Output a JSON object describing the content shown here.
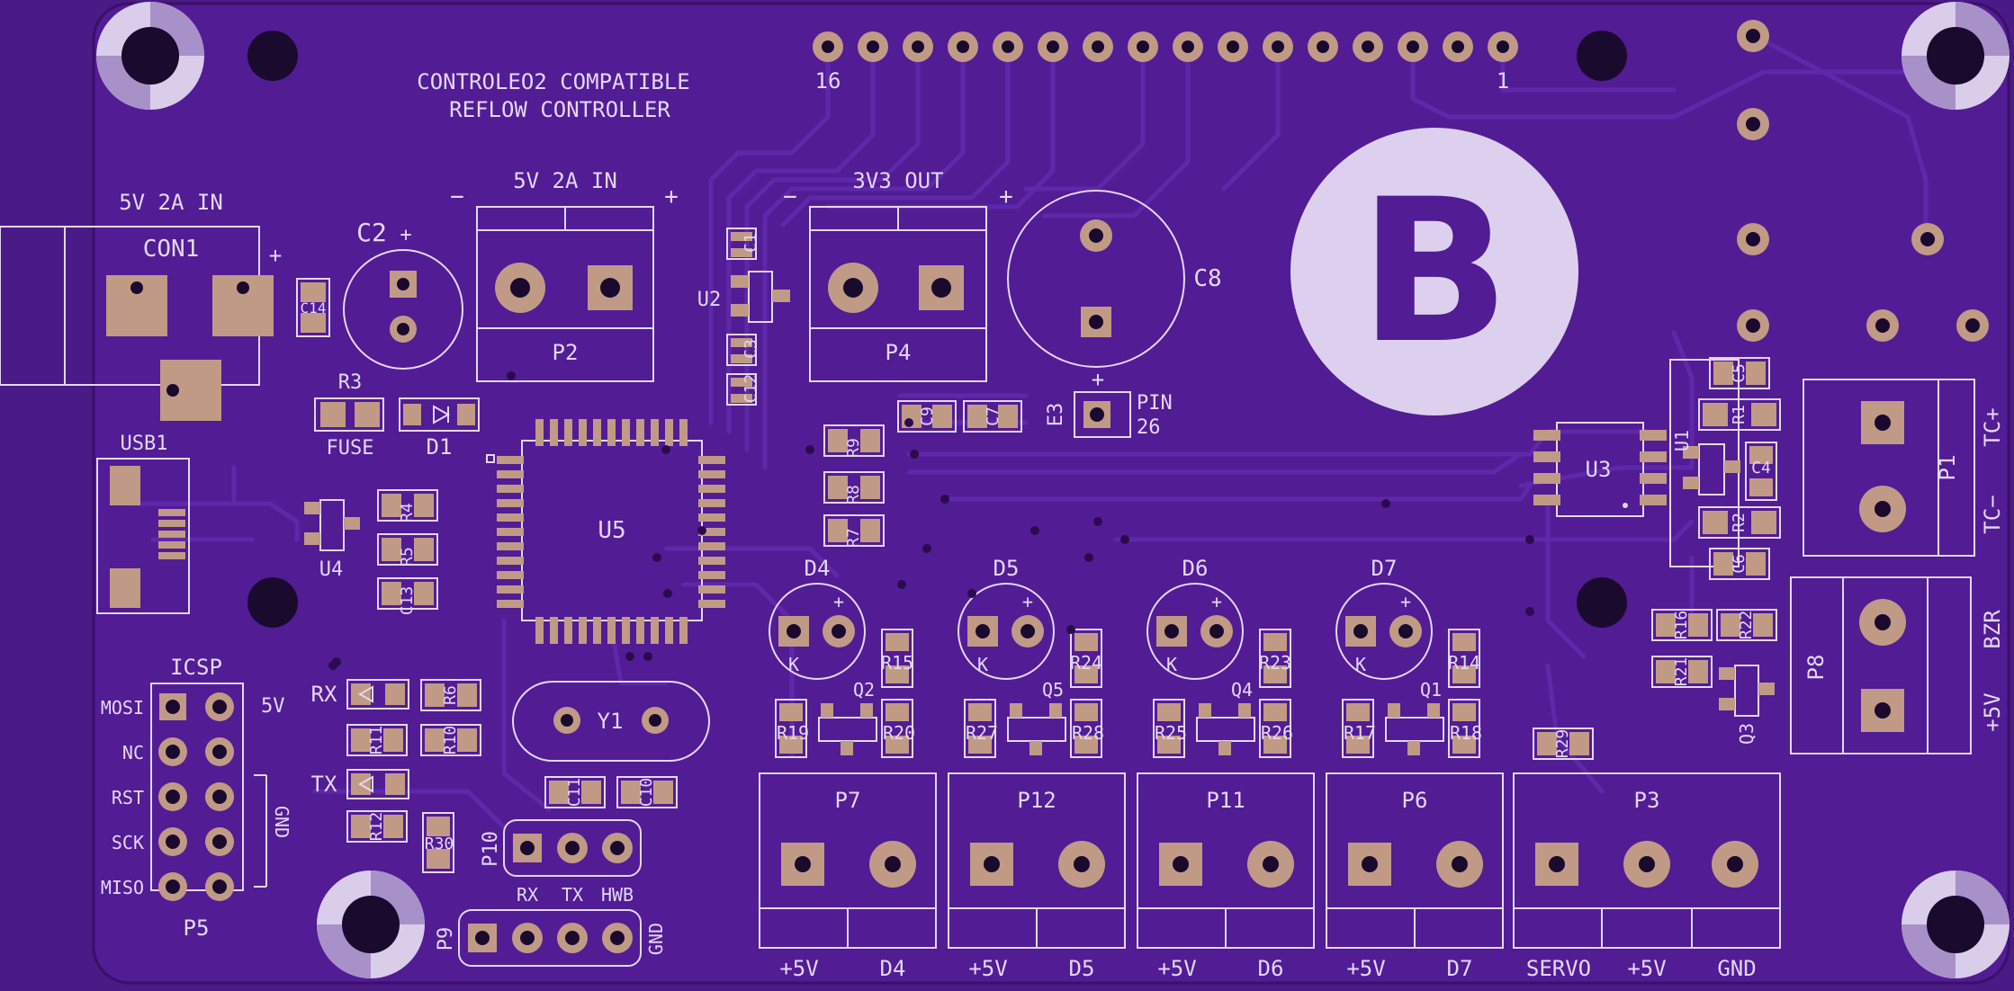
{
  "board": {
    "title_line1": "CONTROLEO2 COMPATIBLE",
    "title_line2": "REFLOW CONTROLLER",
    "logo_letter": "B",
    "colors": {
      "background": "#4a1a86",
      "board": "#521c95",
      "trace": "#5f28aa",
      "silk": "#e3d7f2",
      "pad": "#c19a86"
    }
  },
  "header": {
    "pin_first": "16",
    "pin_last": "1"
  },
  "power_in": {
    "label": "5V 2A IN",
    "con_ref": "CON1",
    "plus": "+"
  },
  "p2": {
    "title": "5V 2A IN",
    "ref": "P2",
    "minus": "−",
    "plus": "+"
  },
  "p4": {
    "title": "3V3 OUT",
    "ref": "P4",
    "minus": "−",
    "plus": "+"
  },
  "parts": {
    "c2": "C2",
    "c2_plus": "+",
    "c14": "C14",
    "r3": "R3",
    "fuse": "FUSE",
    "d1": "D1",
    "usb1": "USB1",
    "u4": "U4",
    "r4": "R4",
    "r5": "R5",
    "c13": "C13",
    "u5": "U5",
    "u2": "U2",
    "c1": "C1",
    "c3": "C3",
    "c12": "C12",
    "c8": "C8",
    "c8_plus": "+",
    "e3": "E3",
    "pin": "PIN",
    "pin_num": "26",
    "c9": "C9",
    "c7": "C7",
    "r9": "R9",
    "r8": "R8",
    "r7": "R7",
    "u3": "U3",
    "u1": "U1",
    "c5": "C5",
    "r1": "R1",
    "c4": "C4",
    "r2": "R2",
    "c6": "C6",
    "p1": "P1",
    "tc_plus": "TC+",
    "tc_minus": "TC−",
    "r16": "R16",
    "r22": "R22",
    "r21": "R21",
    "q3": "Q3",
    "p8": "P8",
    "bzr": "BZR",
    "plus5v_side": "+5V",
    "rx": "RX",
    "tx": "TX",
    "r6": "R6",
    "r11": "R11",
    "r10": "R10",
    "r12": "R12",
    "r30": "R30",
    "y1": "Y1",
    "c11": "C11",
    "c10": "C10",
    "p10": "P10",
    "p9": "P9",
    "p10_rx": "RX",
    "p10_tx": "TX",
    "p10_hwb": "HWB",
    "p9_gnd": "GND",
    "r29": "R29"
  },
  "icsp": {
    "title": "ICSP",
    "ref": "P5",
    "gnd": "GND",
    "v5": "5V",
    "labels": [
      "MOSI",
      "NC",
      "RST",
      "SCK",
      "MISO"
    ]
  },
  "drivers": [
    {
      "diode": "D4",
      "transistor": "Q2",
      "r_top": "R15",
      "r_left": "R19",
      "r_right": "R20",
      "connector": "P7",
      "pin_a": "+5V",
      "pin_b": "D4"
    },
    {
      "diode": "D5",
      "transistor": "Q5",
      "r_top": "R24",
      "r_left": "R27",
      "r_right": "R28",
      "connector": "P12",
      "pin_a": "+5V",
      "pin_b": "D5"
    },
    {
      "diode": "D6",
      "transistor": "Q4",
      "r_top": "R23",
      "r_left": "R25",
      "r_right": "R26",
      "connector": "P11",
      "pin_a": "+5V",
      "pin_b": "D6"
    },
    {
      "diode": "D7",
      "transistor": "Q1",
      "r_top": "R14",
      "r_left": "R17",
      "r_right": "R18",
      "connector": "P6",
      "pin_a": "+5V",
      "pin_b": "D7"
    }
  ],
  "diode_k": "K",
  "diode_plus": "+",
  "p3": {
    "ref": "P3",
    "pins": [
      "SERVO",
      "+5V",
      "GND"
    ]
  }
}
